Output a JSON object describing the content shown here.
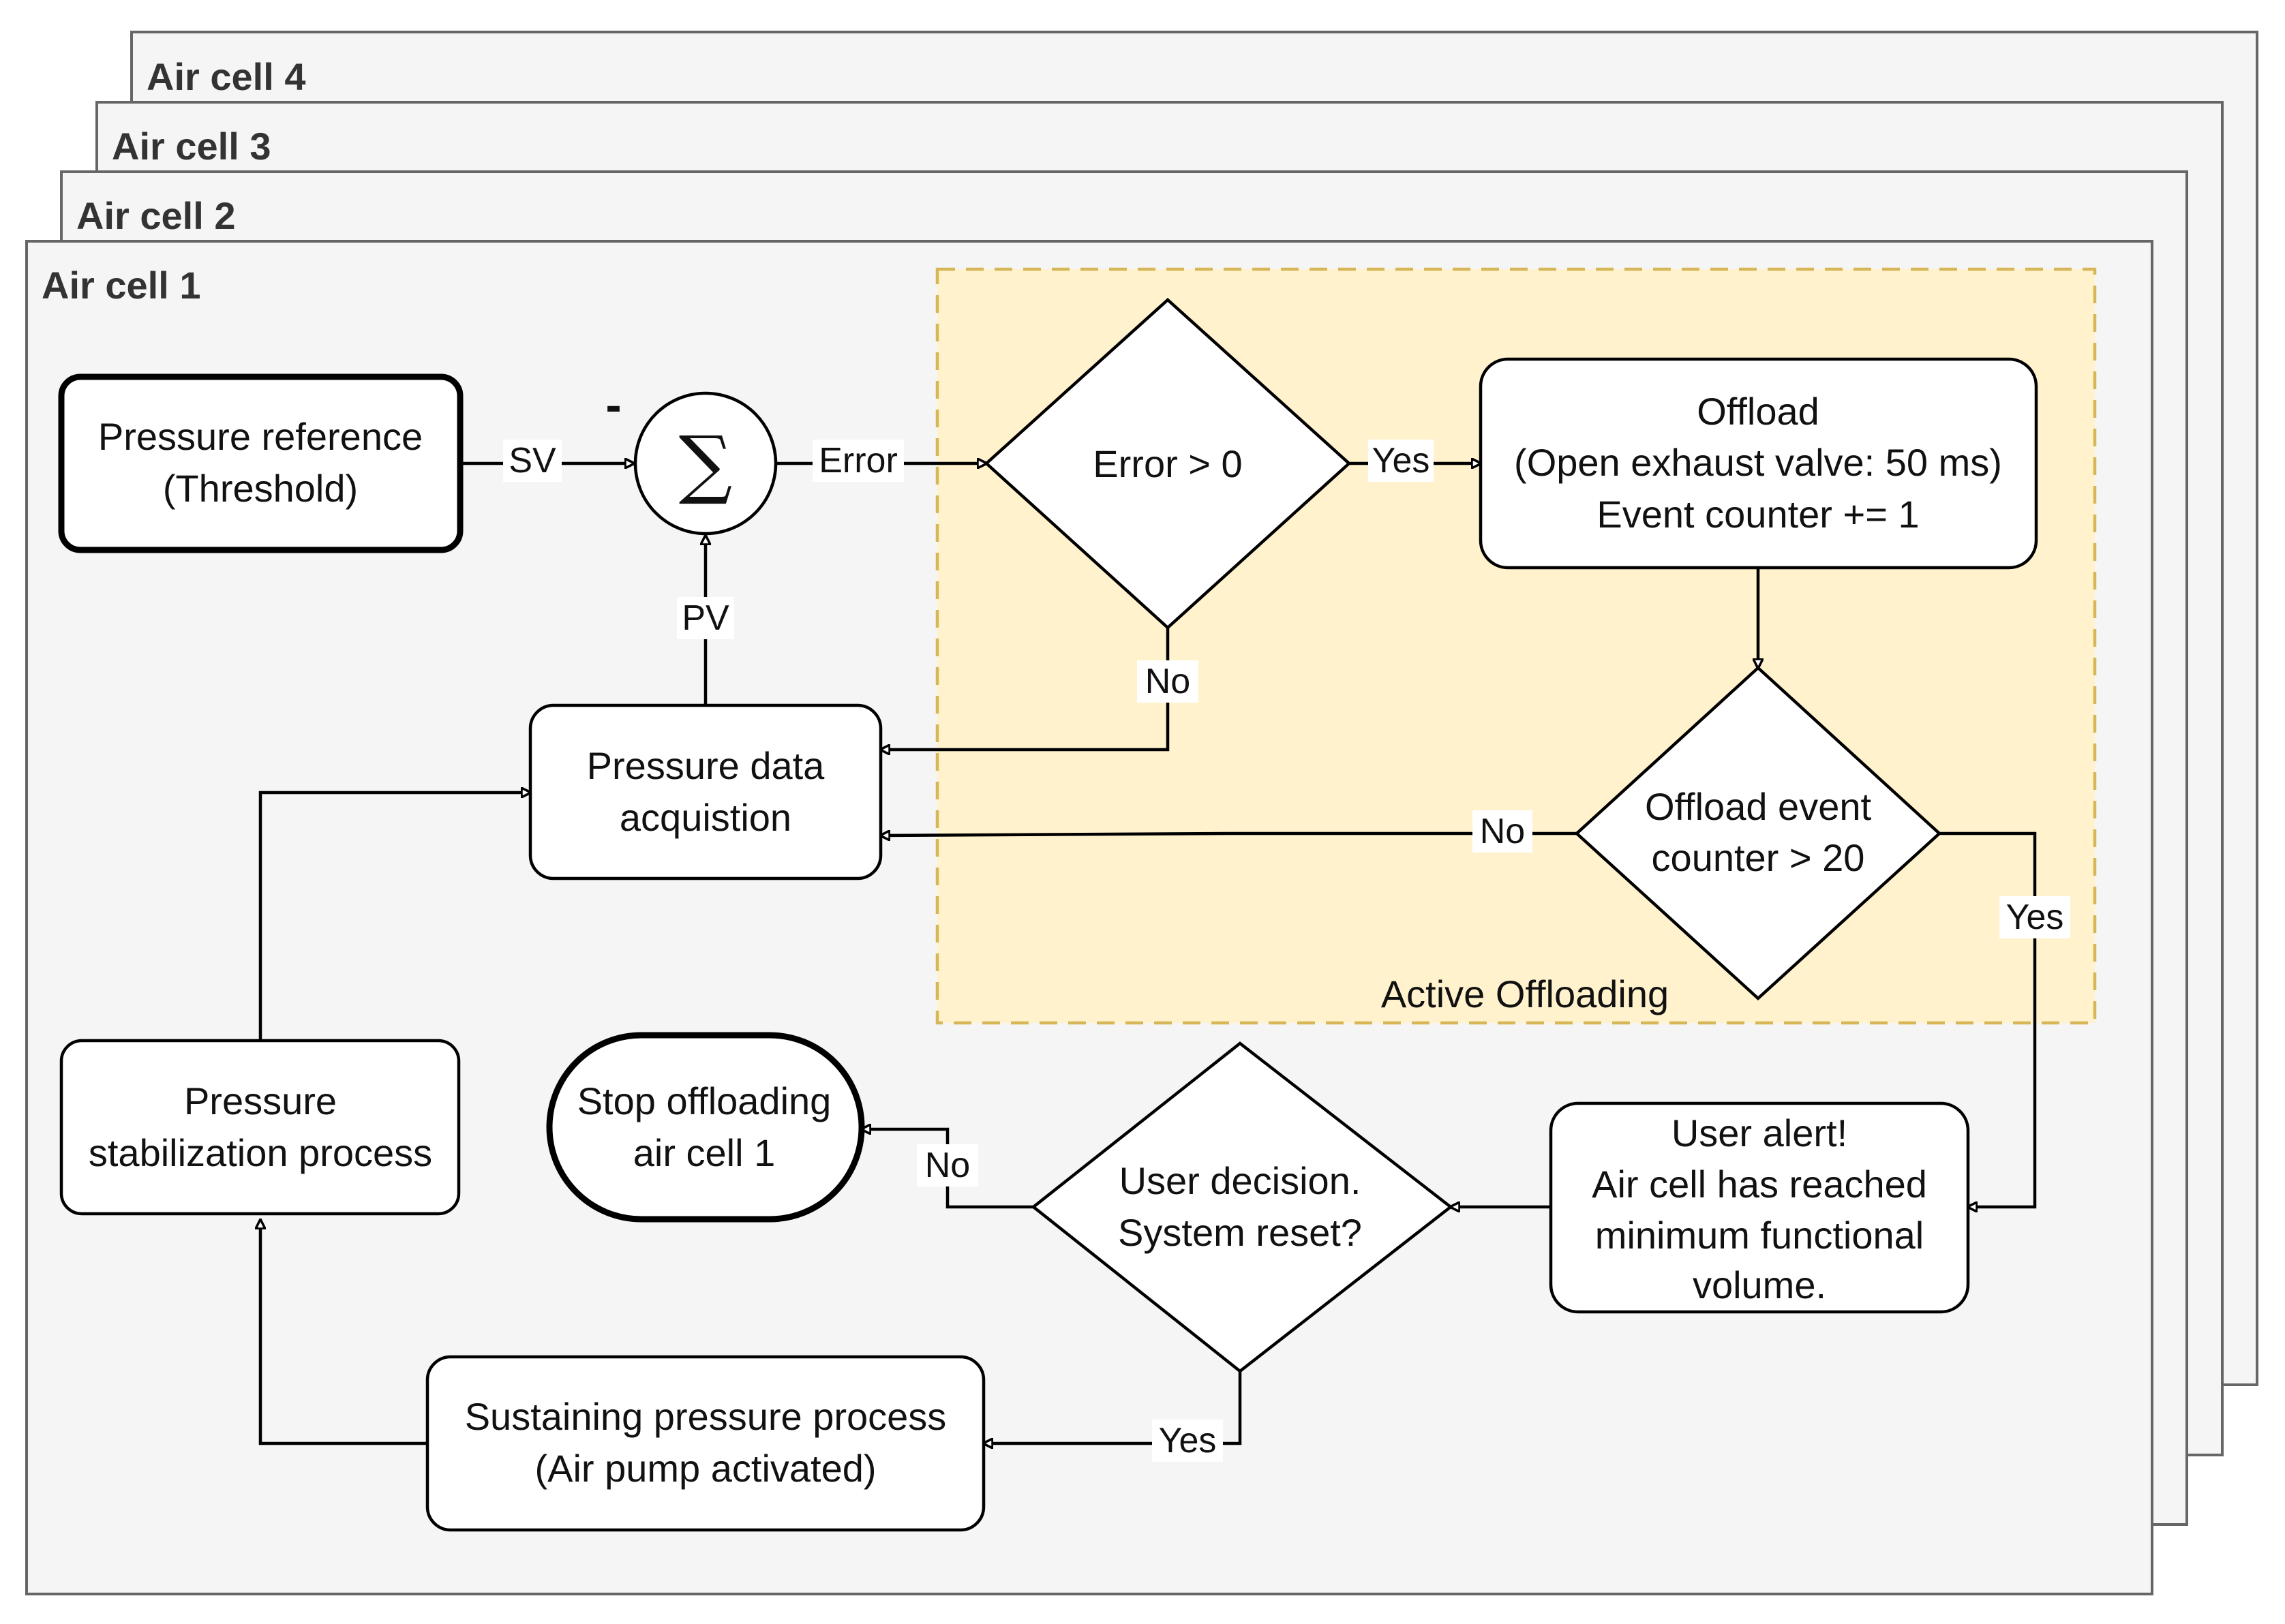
{
  "panels": {
    "cell4": "Air cell 4",
    "cell3": "Air cell 3",
    "cell2": "Air cell 2",
    "cell1": "Air cell 1"
  },
  "region": {
    "label": "Active Offloading",
    "fill": "#fff2cc",
    "stroke": "#d6b656"
  },
  "nodes": {
    "pressure_reference": [
      "Pressure reference",
      "(Threshold)"
    ],
    "summing_junction": "∑",
    "minus_sign": "-",
    "error_check": "Error > 0",
    "offload": [
      "Offload",
      "(Open exhaust valve: 50 ms)",
      "Event counter += 1"
    ],
    "pressure_acquisition": [
      "Pressure data",
      "acquistion"
    ],
    "counter_check": [
      "Offload event",
      "counter > 20"
    ],
    "stabilization": [
      "Pressure",
      "stabilization process"
    ],
    "stop": [
      "Stop offloading",
      "air cell 1"
    ],
    "user_decision": [
      "User decision.",
      "System reset?"
    ],
    "user_alert": [
      "User alert!",
      "Air cell has reached",
      "minimum functional",
      "volume."
    ],
    "sustaining": [
      "Sustaining pressure process",
      "(Air pump activated)"
    ]
  },
  "edge_labels": {
    "sv": "SV",
    "error": "Error",
    "pv": "PV",
    "yes_offload": "Yes",
    "no_error": "No",
    "no_counter": "No",
    "yes_counter": "Yes",
    "no_reset": "No",
    "yes_reset": "Yes"
  }
}
